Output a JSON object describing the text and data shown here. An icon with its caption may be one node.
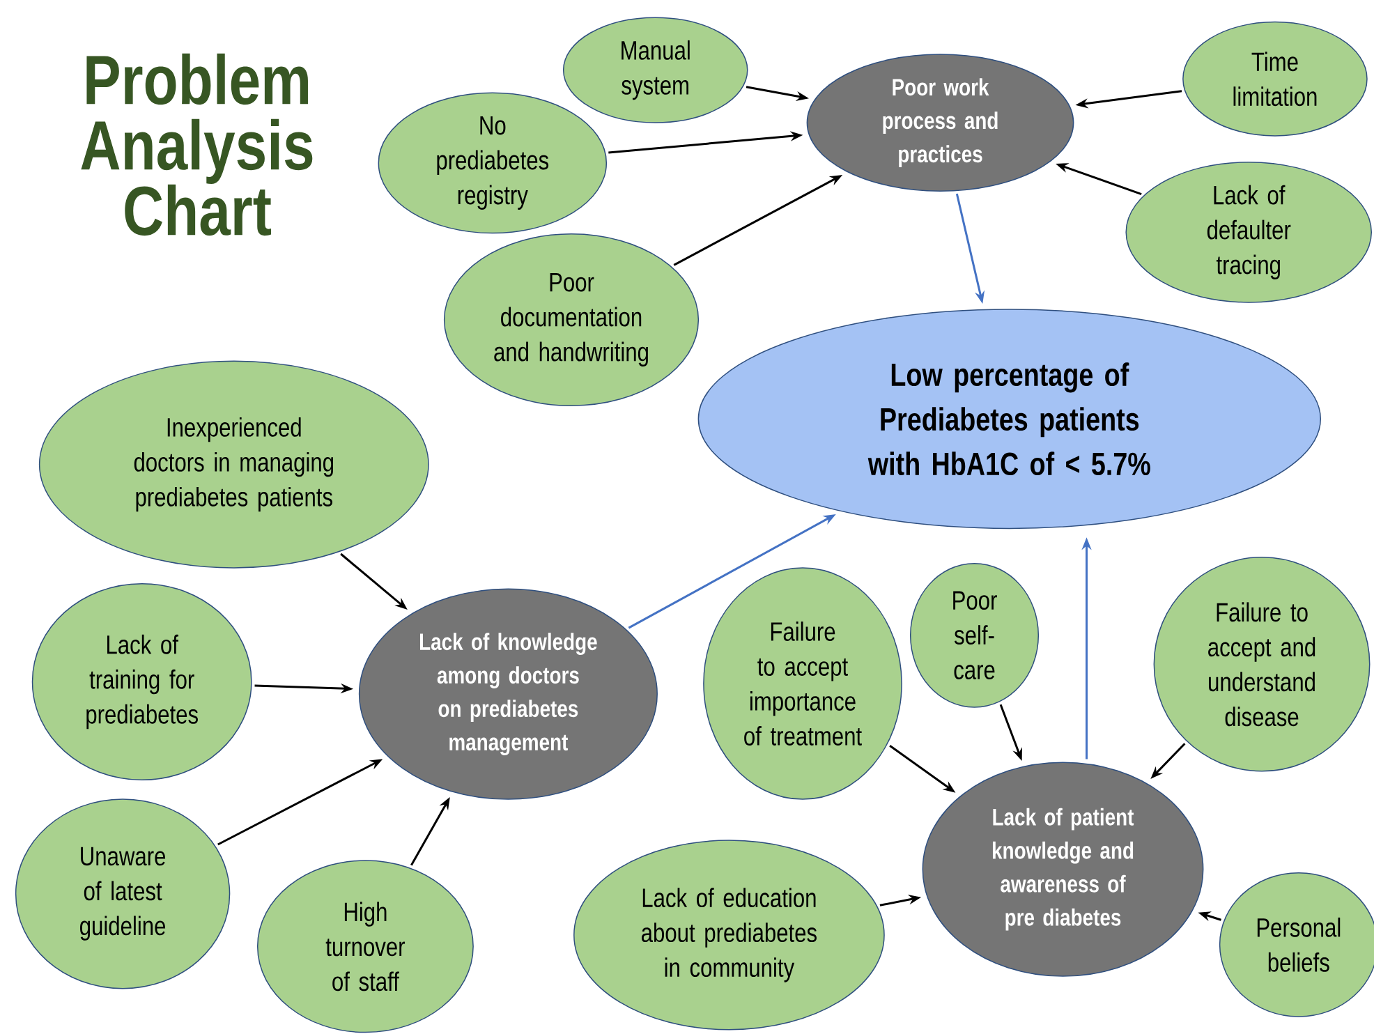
{
  "diagram": {
    "title": "Problem Analysis Chart",
    "nodes": [
      {
        "text": [
          "Poor work process and practices"
        ]
      },
      {
        "text": [
          "Manual system"
        ]
      },
      {
        "text": [
          "Time limitation"
        ]
      },
      {
        "text": [
          "No prediabetes registry"
        ]
      },
      {
        "text": [
          "Lack of defaulter tracing"
        ]
      },
      {
        "text": [
          "Poor documentation and handwriting"
        ]
      },
      {
        "text": [
          "Low percentage of Prediabetes patients with HbA1C of < 5.7%"
        ]
      },
      {
        "text": [
          "Inexperienced doctors in managing prediabetes patients"
        ]
      },
      {
        "text": [
          "Lack of training for prediabetes"
        ]
      },
      {
        "text": [
          "Lack of knowledge among doctors on prediabetes management"
        ]
      },
      {
        "text": [
          "Unaware of latest guideline"
        ]
      },
      {
        "text": [
          "High turnover of staff"
        ]
      },
      {
        "text": [
          "Failure to accept importance of treatment"
        ]
      },
      {
        "text": [
          "Poor self-care"
        ]
      },
      {
        "text": [
          "Failure to accept and understand disease"
        ]
      },
      {
        "text": [
          "Lack of patient knowledge and awareness of pre diabetes"
        ]
      },
      {
        "text": [
          "Lack of education about prediabetes in community"
        ]
      },
      {
        "text": [
          "Personal beliefs"
        ]
      }
    ],
    "edges": [
      {
        "from": 1,
        "to": 0,
        "arrow": "to"
      },
      {
        "from": 2,
        "to": 0,
        "arrow": "to"
      },
      {
        "from": 3,
        "to": 0,
        "arrow": "to"
      },
      {
        "from": 4,
        "to": 0,
        "arrow": "to"
      },
      {
        "from": 5,
        "to": 0,
        "arrow": "to"
      },
      {
        "from": 0,
        "to": 6,
        "arrow": "to",
        "color": "#4472c4"
      },
      {
        "from": 7,
        "to": 9,
        "arrow": "to"
      },
      {
        "from": 8,
        "to": 9,
        "arrow": "to"
      },
      {
        "from": 10,
        "to": 9,
        "arrow": "to"
      },
      {
        "from": 11,
        "to": 9,
        "arrow": "to"
      },
      {
        "from": 9,
        "to": 6,
        "arrow": "to",
        "color": "#4472c4"
      },
      {
        "from": 12,
        "to": 15,
        "arrow": "to"
      },
      {
        "from": 13,
        "to": 15,
        "arrow": "to"
      },
      {
        "from": 14,
        "to": 15,
        "arrow": "to"
      },
      {
        "from": 16,
        "to": 15,
        "arrow": "to"
      },
      {
        "from": 17,
        "to": 15,
        "arrow": "to"
      },
      {
        "from": 15,
        "to": 6,
        "arrow": "to",
        "color": "#4472c4"
      }
    ]
  }
}
